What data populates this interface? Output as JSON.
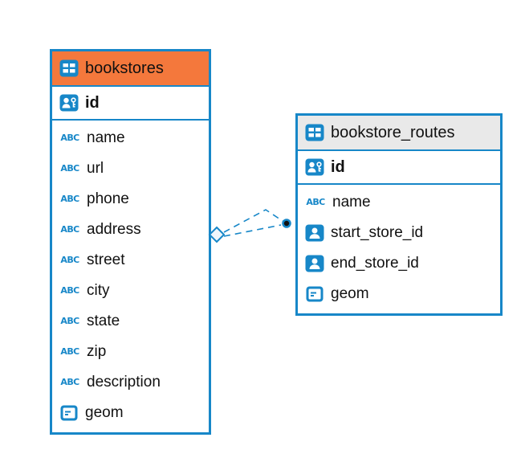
{
  "icons": {
    "abc_label": "ABC"
  },
  "colors": {
    "accent_blue": "#1787C8",
    "bookstores_header": "#F4783C",
    "routes_header": "#E9E9E9",
    "endpoint_dot": "#111111"
  },
  "tables": [
    {
      "name": "bookstores",
      "header_css": "background:#F4783C",
      "pk": {
        "name": "id"
      },
      "columns": [
        {
          "name": "name",
          "type": "text"
        },
        {
          "name": "url",
          "type": "text"
        },
        {
          "name": "phone",
          "type": "text"
        },
        {
          "name": "address",
          "type": "text"
        },
        {
          "name": "street",
          "type": "text"
        },
        {
          "name": "city",
          "type": "text"
        },
        {
          "name": "state",
          "type": "text"
        },
        {
          "name": "zip",
          "type": "text"
        },
        {
          "name": "description",
          "type": "text"
        },
        {
          "name": "geom",
          "type": "geometry"
        }
      ]
    },
    {
      "name": "bookstore_routes",
      "header_css": "background:#E9E9E9",
      "pk": {
        "name": "id"
      },
      "columns": [
        {
          "name": "name",
          "type": "text"
        },
        {
          "name": "start_store_id",
          "type": "user"
        },
        {
          "name": "end_store_id",
          "type": "user"
        },
        {
          "name": "geom",
          "type": "geometry"
        }
      ]
    }
  ],
  "relationship": {
    "style": "dashed",
    "color": "#1787C8"
  }
}
